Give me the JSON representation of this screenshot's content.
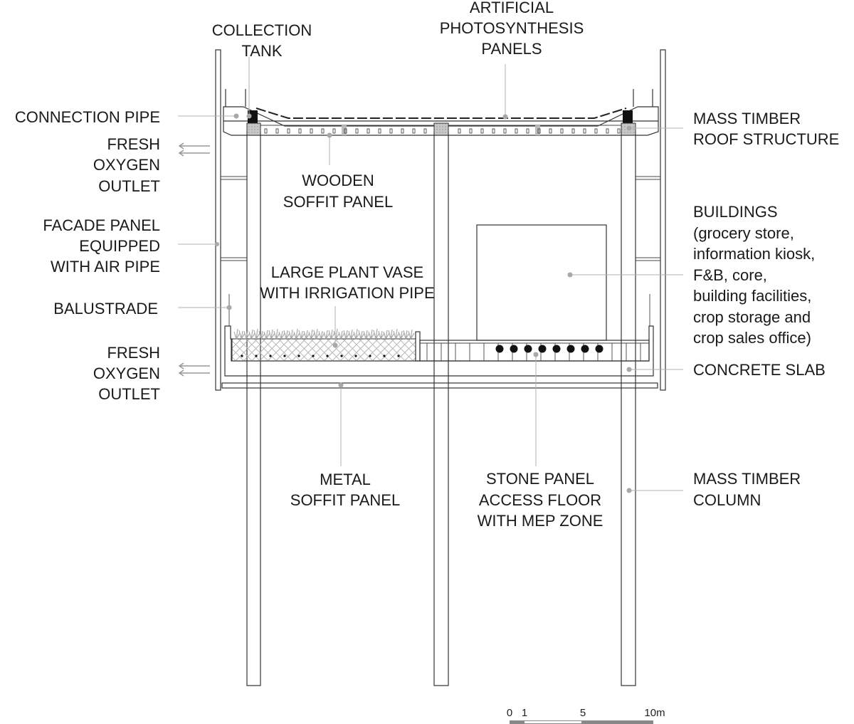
{
  "labels": {
    "collection_tank": [
      "COLLECTION",
      "TANK"
    ],
    "photosynthesis_panels": [
      "ARTIFICIAL",
      "PHOTOSYNTHESIS",
      "PANELS"
    ],
    "connection_pipe": [
      "CONNECTION PIPE"
    ],
    "fresh_oxygen_top": [
      "FRESH",
      "OXYGEN",
      "OUTLET"
    ],
    "wooden_soffit": [
      "WOODEN",
      "SOFFIT PANEL"
    ],
    "facade_panel": [
      "FACADE PANEL",
      "EQUIPPED",
      "WITH AIR PIPE"
    ],
    "plant_vase": [
      "LARGE PLANT VASE",
      "WITH IRRIGATION PIPE"
    ],
    "balustrade": [
      "BALUSTRADE"
    ],
    "fresh_oxygen_bottom": [
      "FRESH",
      "OXYGEN",
      "OUTLET"
    ],
    "metal_soffit": [
      "METAL",
      "SOFFIT PANEL"
    ],
    "stone_panel": [
      "STONE PANEL",
      "ACCESS FLOOR",
      "WITH MEP ZONE"
    ],
    "timber_column": [
      "MASS TIMBER",
      "COLUMN"
    ],
    "timber_roof": [
      "MASS TIMBER",
      "ROOF STRUCTURE"
    ],
    "buildings": [
      "BUILDINGS",
      "(grocery store,",
      "information kiosk,",
      "F&B, core,",
      "building facilities,",
      "crop storage and",
      "crop sales office)"
    ],
    "concrete_slab": [
      "CONCRETE SLAB"
    ]
  },
  "scale_bar": {
    "ticks": [
      "0",
      "1",
      "5",
      "10m"
    ]
  },
  "colors": {
    "line": "#333333",
    "leader": "#b0b0b0",
    "hatch": "#999999"
  }
}
